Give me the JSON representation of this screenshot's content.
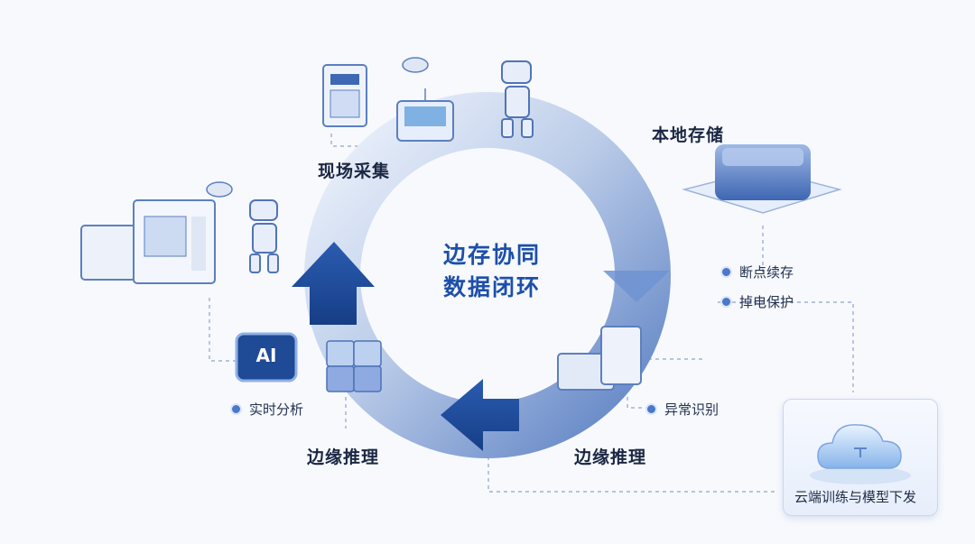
{
  "center": {
    "line1": "边存协同",
    "line2": "数据闭环"
  },
  "stages": {
    "collect": "现场采集",
    "storage": "本地存储",
    "infer_left": "边缘推理",
    "infer_right": "边缘推理"
  },
  "features": {
    "resume": "断点续存",
    "power_protect": "掉电保护",
    "realtime": "实时分析",
    "anomaly": "异常识别",
    "cloud": "云端训练与模型下发"
  },
  "chip_text": "AI",
  "colors": {
    "accent": "#1d4faa",
    "ring": "#7fa0d8",
    "arrow_dark": "#1f4a95"
  },
  "icons": [
    "server-cabinet-icon",
    "sensor-box-icon",
    "drone-icon",
    "robot-icon",
    "factory-machine-icon",
    "storage-box-icon",
    "ai-chip-icon",
    "cube-block-icon",
    "edge-device-icon",
    "cloud-icon"
  ]
}
